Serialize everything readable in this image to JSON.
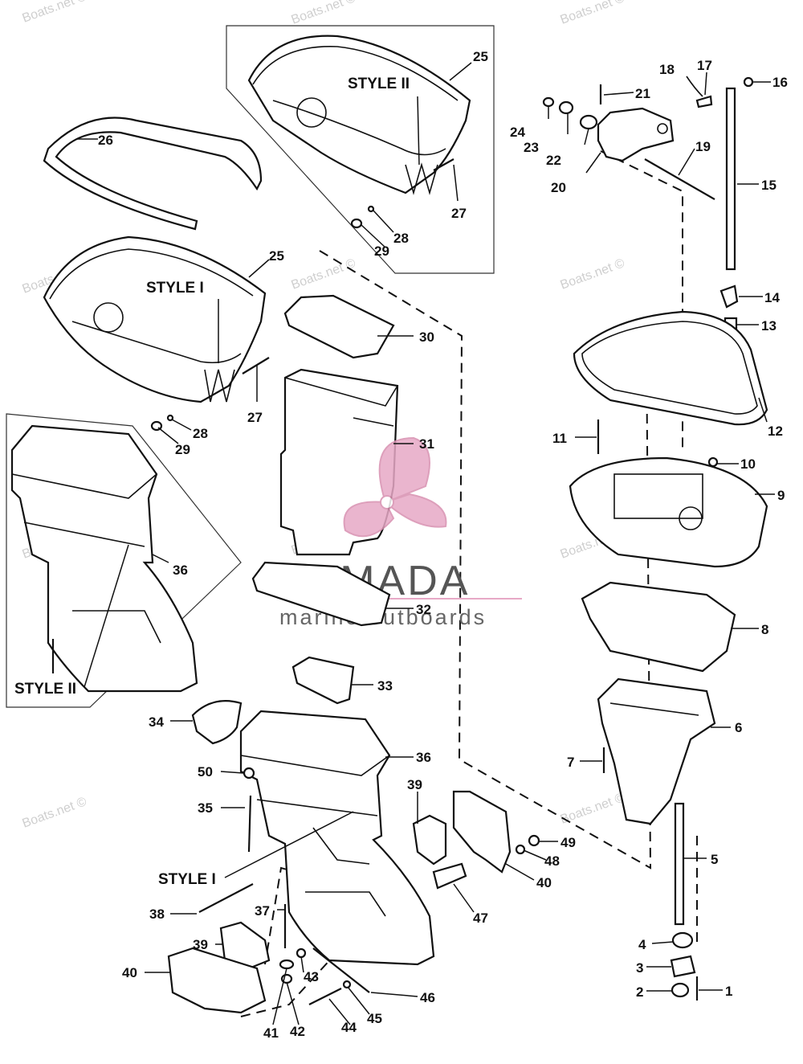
{
  "watermark_text": "Boats.net ©",
  "brand": {
    "name": "ARMADA",
    "tagline": "marine outboards",
    "logo_color": "#e7a9c6",
    "text_color": "#555555"
  },
  "style_labels": {
    "top_box": "STYLE II",
    "top_housing": "STYLE I",
    "left_box": "STYLE II",
    "bottom": "STYLE I"
  },
  "callouts": [
    "1",
    "2",
    "3",
    "4",
    "5",
    "6",
    "7",
    "8",
    "9",
    "10",
    "11",
    "12",
    "13",
    "14",
    "15",
    "16",
    "17",
    "18",
    "19",
    "20",
    "21",
    "22",
    "23",
    "24",
    "25",
    "25",
    "26",
    "27",
    "27",
    "28",
    "28",
    "29",
    "29",
    "30",
    "31",
    "32",
    "33",
    "34",
    "35",
    "36",
    "36",
    "37",
    "38",
    "39",
    "39",
    "40",
    "40",
    "41",
    "42",
    "43",
    "44",
    "45",
    "46",
    "47",
    "48",
    "49",
    "50"
  ]
}
